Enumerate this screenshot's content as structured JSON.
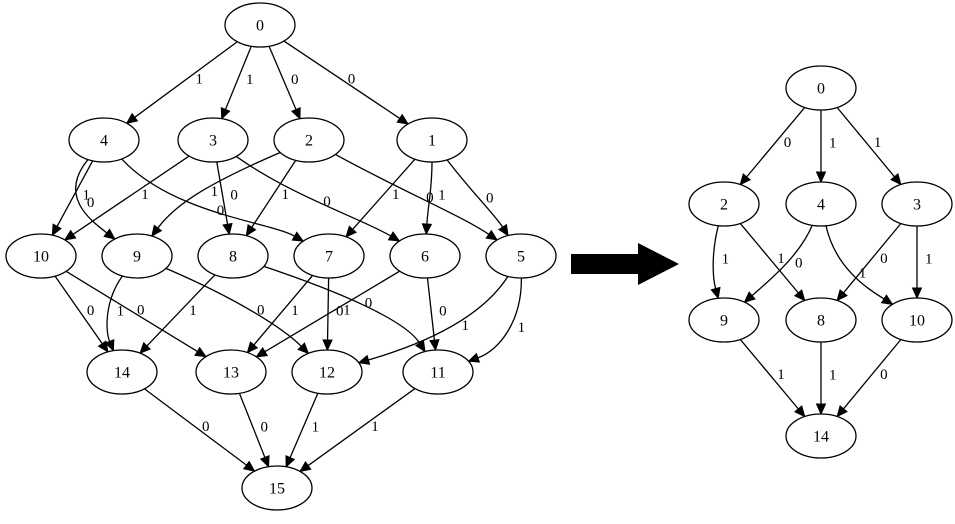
{
  "graphs": [
    {
      "id": "left-graph",
      "nodes": [
        "0",
        "1",
        "2",
        "3",
        "4",
        "5",
        "6",
        "7",
        "8",
        "9",
        "10",
        "11",
        "12",
        "13",
        "14",
        "15"
      ],
      "edges": [
        {
          "from": "0",
          "to": "4",
          "label": "1"
        },
        {
          "from": "0",
          "to": "3",
          "label": "1"
        },
        {
          "from": "0",
          "to": "2",
          "label": "0"
        },
        {
          "from": "0",
          "to": "1",
          "label": "0"
        },
        {
          "from": "4",
          "to": "10",
          "label": "1"
        },
        {
          "from": "4",
          "to": "9",
          "label": "0"
        },
        {
          "from": "4",
          "to": "7",
          "label": "0"
        },
        {
          "from": "3",
          "to": "10",
          "label": "1"
        },
        {
          "from": "3",
          "to": "8",
          "label": "0"
        },
        {
          "from": "3",
          "to": "6",
          "label": "0"
        },
        {
          "from": "2",
          "to": "9",
          "label": "1"
        },
        {
          "from": "2",
          "to": "8",
          "label": "1"
        },
        {
          "from": "2",
          "to": "5",
          "label": "0"
        },
        {
          "from": "1",
          "to": "7",
          "label": "1"
        },
        {
          "from": "1",
          "to": "6",
          "label": "1"
        },
        {
          "from": "1",
          "to": "5",
          "label": "0"
        },
        {
          "from": "10",
          "to": "14",
          "label": "0"
        },
        {
          "from": "10",
          "to": "13",
          "label": "0"
        },
        {
          "from": "9",
          "to": "14",
          "label": "1"
        },
        {
          "from": "9",
          "to": "12",
          "label": "0"
        },
        {
          "from": "8",
          "to": "14",
          "label": "1"
        },
        {
          "from": "8",
          "to": "11",
          "label": "0"
        },
        {
          "from": "7",
          "to": "13",
          "label": "1"
        },
        {
          "from": "7",
          "to": "12",
          "label": "0"
        },
        {
          "from": "6",
          "to": "13",
          "label": "1"
        },
        {
          "from": "6",
          "to": "11",
          "label": "0"
        },
        {
          "from": "5",
          "to": "12",
          "label": "1"
        },
        {
          "from": "5",
          "to": "11",
          "label": "1"
        },
        {
          "from": "14",
          "to": "15",
          "label": "0"
        },
        {
          "from": "13",
          "to": "15",
          "label": "0"
        },
        {
          "from": "12",
          "to": "15",
          "label": "1"
        },
        {
          "from": "11",
          "to": "15",
          "label": "1"
        }
      ]
    },
    {
      "id": "right-graph",
      "nodes": [
        "0",
        "2",
        "4",
        "3",
        "9",
        "8",
        "10",
        "14"
      ],
      "edges": [
        {
          "from": "0",
          "to": "2",
          "label": "0"
        },
        {
          "from": "0",
          "to": "4",
          "label": "1"
        },
        {
          "from": "0",
          "to": "3",
          "label": "1"
        },
        {
          "from": "2",
          "to": "9",
          "label": "1"
        },
        {
          "from": "2",
          "to": "8",
          "label": "1"
        },
        {
          "from": "4",
          "to": "9",
          "label": "0"
        },
        {
          "from": "4",
          "to": "10",
          "label": "1"
        },
        {
          "from": "3",
          "to": "8",
          "label": "0"
        },
        {
          "from": "3",
          "to": "10",
          "label": "1"
        },
        {
          "from": "9",
          "to": "14",
          "label": "1"
        },
        {
          "from": "8",
          "to": "14",
          "label": "1"
        },
        {
          "from": "10",
          "to": "14",
          "label": "0"
        }
      ]
    }
  ],
  "arrow": {
    "icon": "right-arrow-icon",
    "color": "#000000"
  }
}
